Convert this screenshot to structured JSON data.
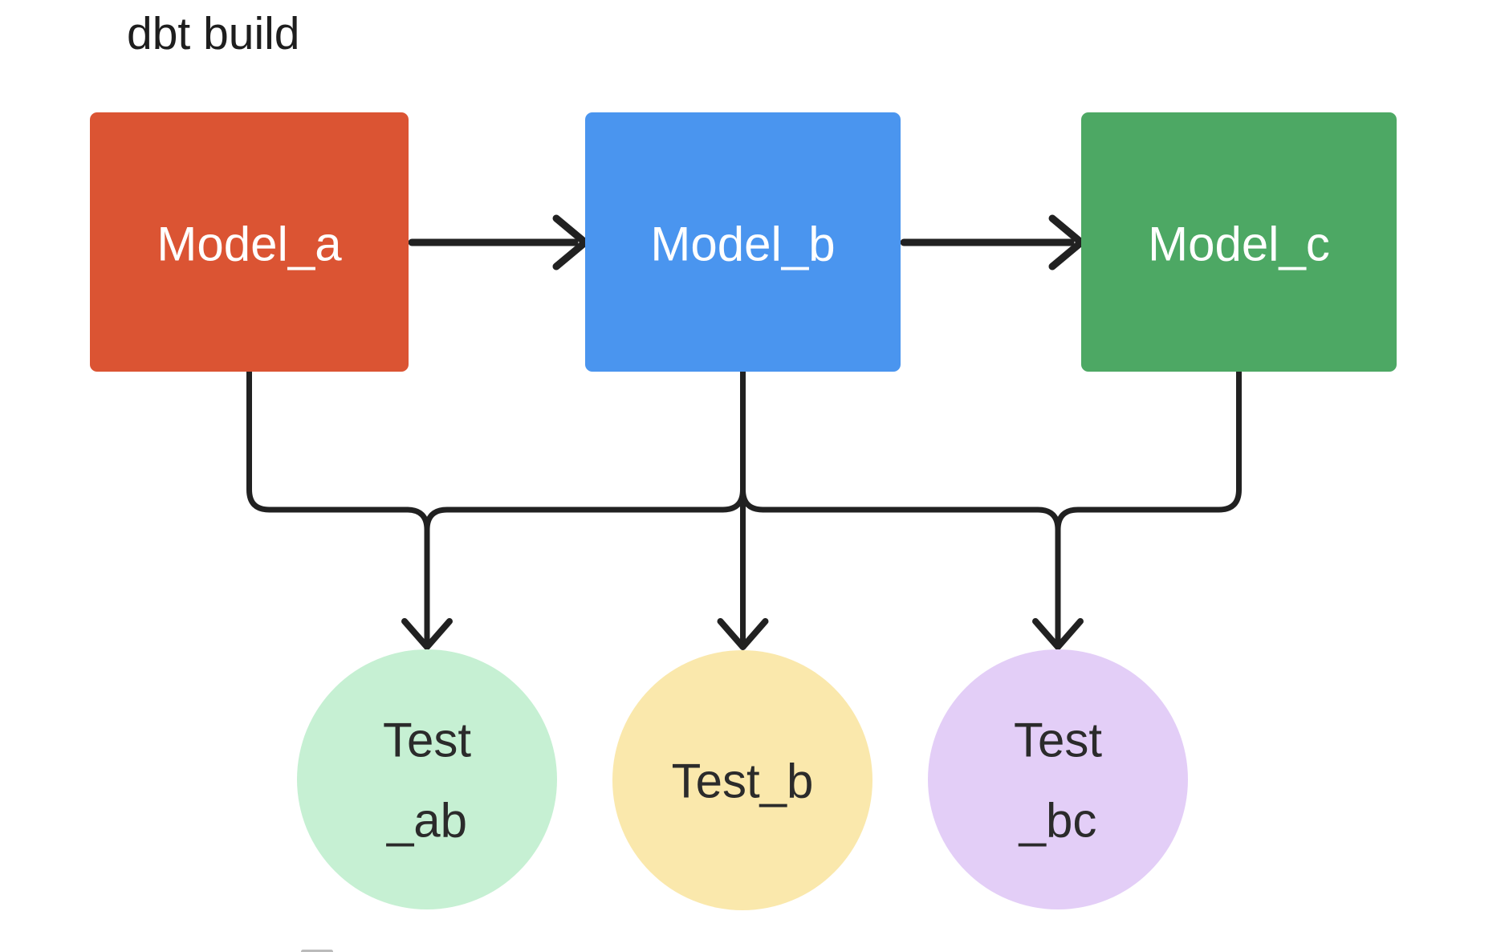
{
  "title": "dbt build",
  "colors": {
    "background": "#ffffff",
    "line": "#212121",
    "box_text": "#ffffff",
    "circle_text": "#2b2b2b",
    "title_text": "#1e1e1e",
    "model_a": "#db5433",
    "model_b": "#4a95ef",
    "model_c": "#4da864",
    "test_ab": "#c6f0d3",
    "test_b": "#fae8ac",
    "test_bc": "#e3cef7"
  },
  "models": [
    {
      "id": "model_a",
      "label": "Model_a",
      "color": "#db5433"
    },
    {
      "id": "model_b",
      "label": "Model_b",
      "color": "#4a95ef"
    },
    {
      "id": "model_c",
      "label": "Model_c",
      "color": "#4da864"
    }
  ],
  "tests": [
    {
      "id": "test_ab",
      "lines": [
        "Test",
        "_ab"
      ],
      "color": "#c6f0d3"
    },
    {
      "id": "test_b",
      "lines": [
        "Test_b"
      ],
      "color": "#fae8ac"
    },
    {
      "id": "test_bc",
      "lines": [
        "Test",
        "_bc"
      ],
      "color": "#e3cef7"
    }
  ],
  "edges": [
    {
      "from": "model_a",
      "to": "model_b"
    },
    {
      "from": "model_b",
      "to": "model_c"
    },
    {
      "from": "model_a",
      "to": "test_ab"
    },
    {
      "from": "model_b",
      "to": "test_ab"
    },
    {
      "from": "model_b",
      "to": "test_b"
    },
    {
      "from": "model_b",
      "to": "test_bc"
    },
    {
      "from": "model_c",
      "to": "test_bc"
    }
  ]
}
